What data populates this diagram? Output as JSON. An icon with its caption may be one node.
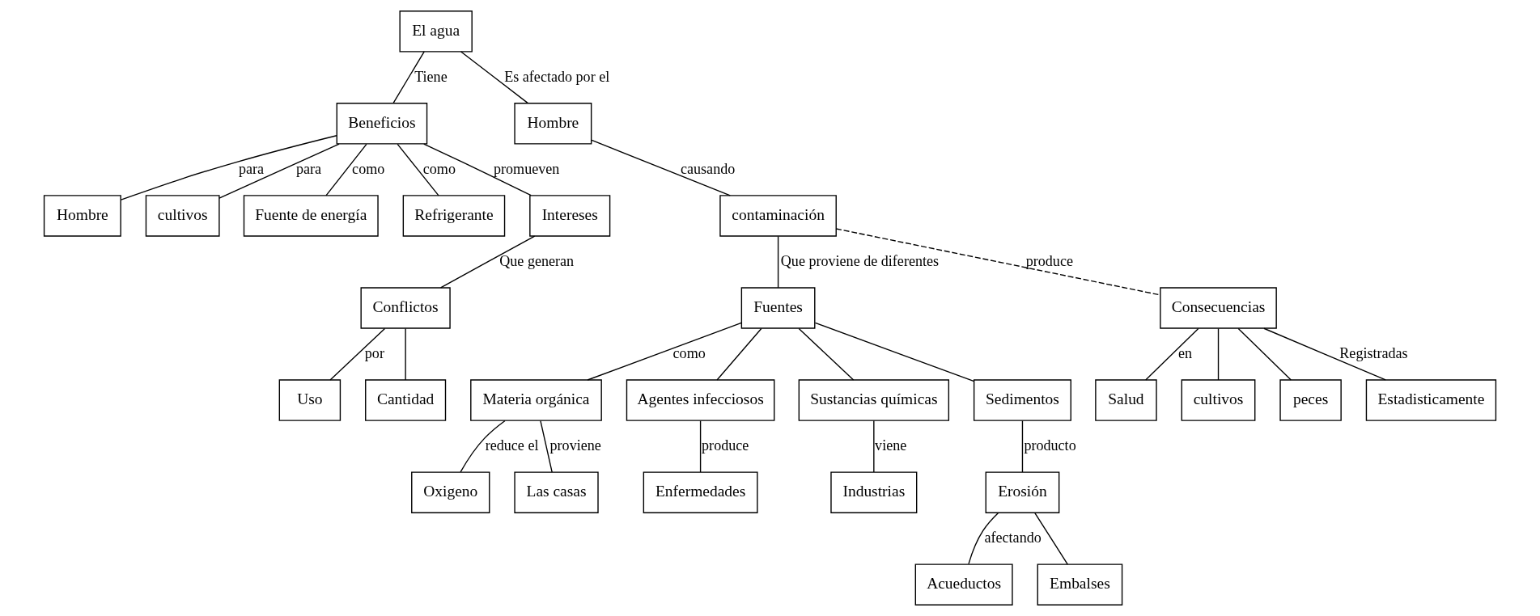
{
  "diagram": {
    "nodes": [
      {
        "text": [
          "El agua"
        ]
      },
      {
        "text": [
          "Beneficios"
        ]
      },
      {
        "text": [
          "Hombre"
        ]
      },
      {
        "text": [
          "Hombre"
        ]
      },
      {
        "text": [
          "cultivos"
        ]
      },
      {
        "text": [
          "Fuente de energía"
        ]
      },
      {
        "text": [
          "Refrigerante"
        ]
      },
      {
        "text": [
          "contaminación"
        ]
      },
      {
        "text": [
          "Intereses"
        ]
      },
      {
        "text": [
          "Fuentes"
        ]
      },
      {
        "text": [
          "Consecuencias"
        ]
      },
      {
        "text": [
          "Materia orgánica"
        ]
      },
      {
        "text": [
          "Agentes infecciosos"
        ]
      },
      {
        "text": [
          "Sustancias químicas"
        ]
      },
      {
        "text": [
          "Sedimentos"
        ]
      },
      {
        "text": [
          "Salud"
        ]
      },
      {
        "text": [
          "cultivos"
        ]
      },
      {
        "text": [
          "peces"
        ]
      },
      {
        "text": [
          "Estadisticamente"
        ]
      },
      {
        "text": [
          "Conflictos"
        ]
      },
      {
        "text": [
          "Oxigeno"
        ]
      },
      {
        "text": [
          "Las casas"
        ]
      },
      {
        "text": [
          "Enfermedades"
        ]
      },
      {
        "text": [
          "Industrias"
        ]
      },
      {
        "text": [
          "Erosión"
        ]
      },
      {
        "text": [
          "Uso"
        ]
      },
      {
        "text": [
          "Cantidad"
        ]
      },
      {
        "text": [
          "Acueductos"
        ]
      },
      {
        "text": [
          "Embalses"
        ]
      }
    ],
    "edges": [
      {
        "from": 0,
        "to": 1,
        "arrow": "none",
        "label": "Tiene"
      },
      {
        "from": 0,
        "to": 2,
        "arrow": "none",
        "label": "Es afectado por el"
      },
      {
        "from": 1,
        "to": 3,
        "arrow": "none",
        "label": "para"
      },
      {
        "from": 1,
        "to": 4,
        "arrow": "none",
        "label": "para"
      },
      {
        "from": 1,
        "to": 5,
        "arrow": "none",
        "label": "como"
      },
      {
        "from": 1,
        "to": 6,
        "arrow": "none",
        "label": "como"
      },
      {
        "from": 1,
        "to": 8,
        "arrow": "none",
        "label": "promueven"
      },
      {
        "from": 2,
        "to": 7,
        "arrow": "none",
        "label": "causando"
      },
      {
        "from": 7,
        "to": 9,
        "arrow": "none",
        "label": "Que proviene de diferentes"
      },
      {
        "from": 7,
        "to": 10,
        "arrow": "none",
        "label": "produce",
        "style": "dashed"
      },
      {
        "from": 9,
        "to": 11,
        "arrow": "none",
        "label": "como"
      },
      {
        "from": 9,
        "to": 12,
        "arrow": "none"
      },
      {
        "from": 9,
        "to": 13,
        "arrow": "none"
      },
      {
        "from": 9,
        "to": 14,
        "arrow": "none"
      },
      {
        "from": 10,
        "to": 15,
        "arrow": "none",
        "label": "en"
      },
      {
        "from": 10,
        "to": 16,
        "arrow": "none"
      },
      {
        "from": 10,
        "to": 17,
        "arrow": "none"
      },
      {
        "from": 10,
        "to": 18,
        "arrow": "none",
        "label": "Registradas"
      },
      {
        "from": 8,
        "to": 19,
        "arrow": "none",
        "label": "Que generan"
      },
      {
        "from": 11,
        "to": 20,
        "arrow": "none",
        "label": "reduce el"
      },
      {
        "from": 11,
        "to": 21,
        "arrow": "none",
        "label": "proviene"
      },
      {
        "from": 12,
        "to": 22,
        "arrow": "none",
        "label": "produce"
      },
      {
        "from": 13,
        "to": 23,
        "arrow": "none",
        "label": "viene"
      },
      {
        "from": 14,
        "to": 24,
        "arrow": "none",
        "label": "producto"
      },
      {
        "from": 19,
        "to": 25,
        "arrow": "none",
        "label": "por"
      },
      {
        "from": 19,
        "to": 26,
        "arrow": "none"
      },
      {
        "from": 24,
        "to": 27,
        "arrow": "none",
        "label": "afectando"
      },
      {
        "from": 24,
        "to": 28,
        "arrow": "none"
      }
    ]
  }
}
